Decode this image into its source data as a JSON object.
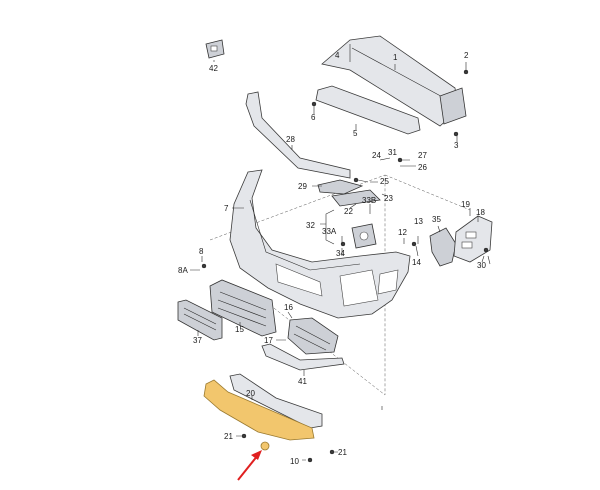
{
  "diagram": {
    "accent_color": "#f2c66d",
    "arrow_color": "#e02020",
    "labels": {
      "l1": "1",
      "l2": "2",
      "l3": "3",
      "l4": "4",
      "l5": "5",
      "l6": "6",
      "l7": "7",
      "l8": "8",
      "l8a": "8A",
      "l10": "10",
      "l12": "12",
      "l13": "13",
      "l14": "14",
      "l15": "15",
      "l16": "16",
      "l17": "17",
      "l18": "18",
      "l19": "19",
      "l20": "20",
      "l21a": "21",
      "l21b": "21",
      "l22": "22",
      "l23": "23",
      "l24": "24",
      "l25": "25",
      "l26": "26",
      "l27": "27",
      "l28": "28",
      "l29": "29",
      "l30": "30",
      "l31": "31",
      "l32": "32",
      "l33a": "33A",
      "l33b": "33B",
      "l34": "34",
      "l35": "35",
      "l37": "37",
      "l41": "41",
      "l42": "42"
    }
  }
}
